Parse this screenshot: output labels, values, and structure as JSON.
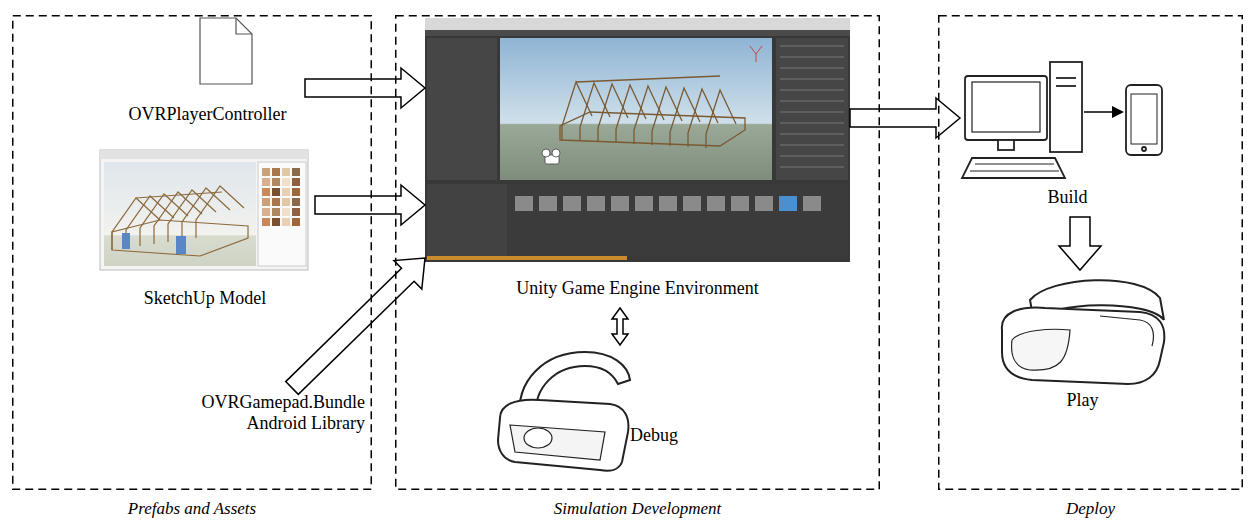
{
  "diagram": {
    "nodes": [
      {
        "text": [
          "Prefabs and Assets"
        ]
      },
      {
        "text": [
          "OVRPlayerController"
        ],
        "in": 0
      },
      {
        "text": [
          "SketchUp Model"
        ],
        "in": 0
      },
      {
        "text": [
          "OVRGamepad.Bundle Android Library"
        ],
        "in": 0
      },
      {
        "text": [
          "Simulation Development"
        ]
      },
      {
        "text": [
          "Unity Game Engine Environment"
        ],
        "in": 4
      },
      {
        "text": [
          "Debug"
        ],
        "in": 4
      },
      {
        "text": [
          "Deploy"
        ]
      },
      {
        "text": [
          "Build"
        ],
        "in": 7
      },
      {
        "text": [
          "Play"
        ],
        "in": 7
      }
    ],
    "edges": [
      {
        "from": 1,
        "to": 5,
        "arrow": "to"
      },
      {
        "from": 2,
        "to": 5,
        "arrow": "to"
      },
      {
        "from": 3,
        "to": 5,
        "arrow": "to"
      },
      {
        "from": 5,
        "to": 6,
        "arrow": "both"
      },
      {
        "from": 5,
        "to": 8,
        "arrow": "to"
      },
      {
        "from": 8,
        "to": 9,
        "arrow": "to"
      }
    ]
  }
}
